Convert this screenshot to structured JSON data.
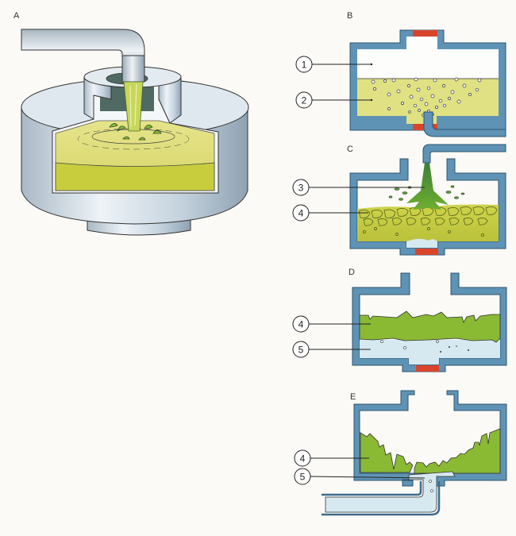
{
  "panels": {
    "a": {
      "letter": "A"
    },
    "b": {
      "letter": "B",
      "callouts": [
        "1",
        "2"
      ]
    },
    "c": {
      "letter": "C",
      "callouts": [
        "3",
        "4"
      ]
    },
    "d": {
      "letter": "D",
      "callouts": [
        "4",
        "5"
      ]
    },
    "e": {
      "letter": "E",
      "callouts": [
        "4",
        "5"
      ]
    }
  },
  "colors": {
    "background": "#fbfaf6",
    "wall": "#5f93b5",
    "wall_dark": "#3d6c8c",
    "valve": "#d9452b",
    "liquid": "#dfe183",
    "liquid_dark": "#c9cc55",
    "cake": "#8ab934",
    "cake_dark": "#4e8f2a",
    "filtrate": "#d6e8f0",
    "metal": "#c9d6e0",
    "metal_dark": "#8fa3b3"
  }
}
